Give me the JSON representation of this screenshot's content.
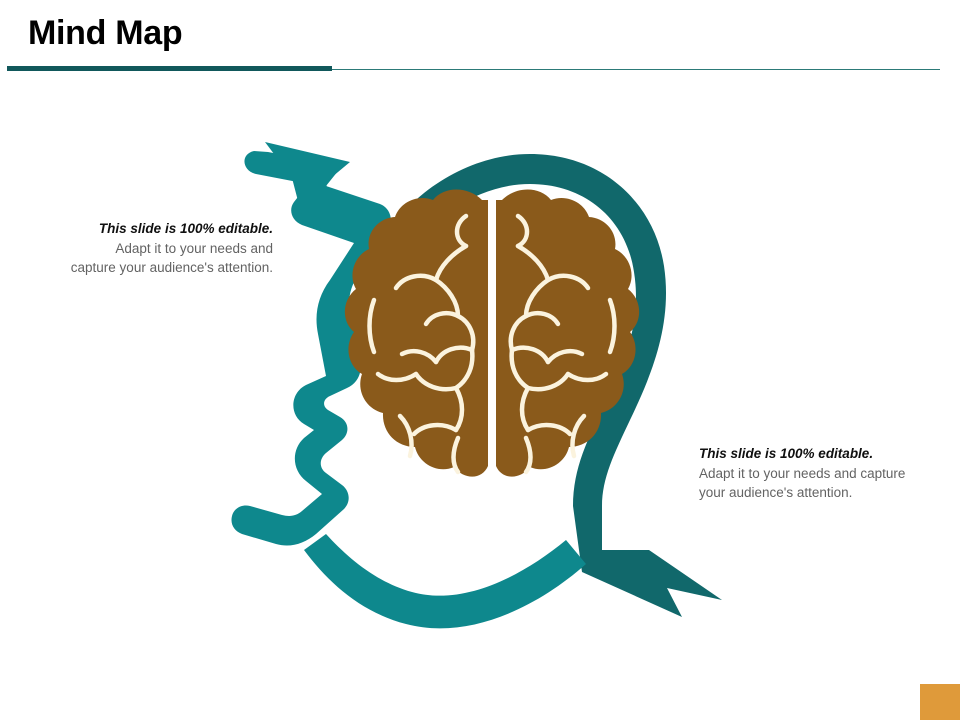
{
  "header": {
    "title": "Mind Map",
    "rule_primary_color": "#11585b",
    "rule_secondary_color": "#2c7a78"
  },
  "graphic": {
    "name": "head-profile-brain-arrows",
    "skull_arrow_color": "#11686b",
    "face_arrow_color": "#0e888d",
    "brain_fill_color": "#8a5a1b",
    "brain_sulci_color": "#fbf3de",
    "background_color": "#ffffff",
    "parts": [
      {
        "name": "skull-arc-arrow",
        "label": "Skull outline arrow pointing down-right"
      },
      {
        "name": "face-profile-arrow",
        "label": "Face profile arrow pointing up-left"
      },
      {
        "name": "brain-left-hemisphere",
        "label": "Left brain hemisphere"
      },
      {
        "name": "brain-right-hemisphere",
        "label": "Right brain hemisphere"
      }
    ]
  },
  "callouts": [
    {
      "id": "callout-left",
      "emphasis": "This slide is 100% editable.",
      "body": " Adapt it to your needs and capture your audience's attention.",
      "align": "right"
    },
    {
      "id": "callout-right",
      "emphasis": "This slide is 100% editable.",
      "body": " Adapt it to your needs and capture your audience's attention.",
      "align": "left"
    }
  ],
  "accents": {
    "corner_square_color": "#df9a3a"
  }
}
